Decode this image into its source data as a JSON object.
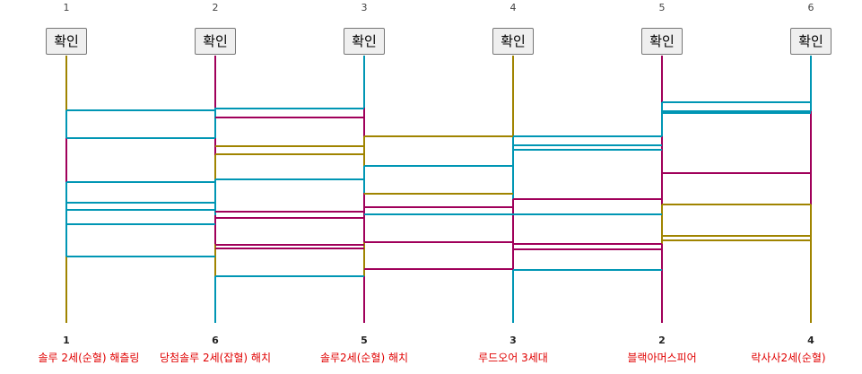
{
  "ladder": {
    "columns": [
      {
        "top_number": "1",
        "button_label": "확인",
        "bottom_number": "1",
        "result": "솔루 2세(순혈) 해츨링",
        "color": "#a08400"
      },
      {
        "top_number": "2",
        "button_label": "확인",
        "bottom_number": "6",
        "result": "당첨솔루 2세(잡혈) 해치",
        "color": "#a0005a"
      },
      {
        "top_number": "3",
        "button_label": "확인",
        "bottom_number": "5",
        "result": "솔루2세(순혈) 해치",
        "color": "#0096b4"
      },
      {
        "top_number": "4",
        "button_label": "확인",
        "bottom_number": "3",
        "result": "루드오어 3세대",
        "color": "#a08400"
      },
      {
        "top_number": "5",
        "button_label": "확인",
        "bottom_number": "2",
        "result": "블랙아머스피어",
        "color": "#a0005a"
      },
      {
        "top_number": "6",
        "button_label": "확인",
        "bottom_number": "4",
        "result": "락사사2세(순혈)",
        "color": "#0096b4"
      }
    ]
  }
}
